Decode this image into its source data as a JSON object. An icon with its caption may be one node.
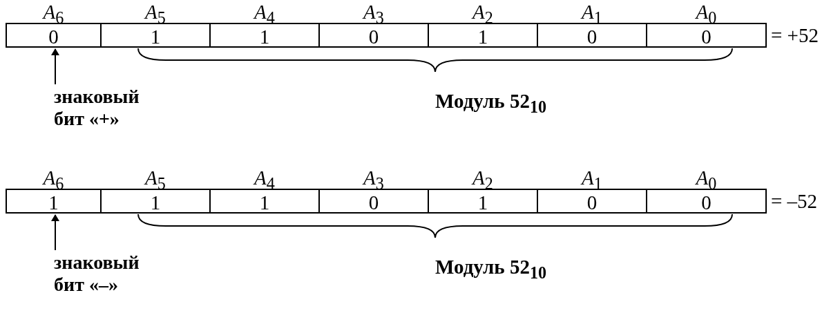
{
  "diagram": {
    "nodes": [
      {
        "text": [
          "*A*$_{6}$",
          "0"
        ]
      },
      {
        "text": [
          "*A*$_{5}$",
          "1"
        ]
      },
      {
        "text": [
          "*A*$_{4}$",
          "1"
        ]
      },
      {
        "text": [
          "*A*$_{3}$",
          "0"
        ]
      },
      {
        "text": [
          "*A*$_{2}$",
          "1"
        ]
      },
      {
        "text": [
          "*A*$_{1}$",
          "0"
        ]
      },
      {
        "text": [
          "*A*$_{0}$",
          "0"
        ]
      },
      {
        "text": [
          "знаковый бит «+»"
        ]
      },
      {
        "text": [
          "*A*$_{6}$",
          "1"
        ]
      },
      {
        "text": [
          "*A*$_{5}$",
          "1"
        ]
      },
      {
        "text": [
          "*A*$_{4}$",
          "1"
        ]
      },
      {
        "text": [
          "*A*$_{3}$",
          "0"
        ]
      },
      {
        "text": [
          "*A*$_{2}$",
          "1"
        ]
      },
      {
        "text": [
          "*A*$_{1}$",
          "0"
        ]
      },
      {
        "text": [
          "*A*$_{0}$",
          "0"
        ]
      },
      {
        "text": [
          "знаковый бит «–»"
        ]
      }
    ],
    "edges": [
      {
        "from": 7,
        "to": 0,
        "arrow": "to"
      },
      {
        "from": 15,
        "to": 8,
        "arrow": "to"
      }
    ],
    "labels": [
      "= +52",
      "Модуль 52$_{10}$",
      "= –52",
      "Модуль 52$_{10}$"
    ]
  }
}
